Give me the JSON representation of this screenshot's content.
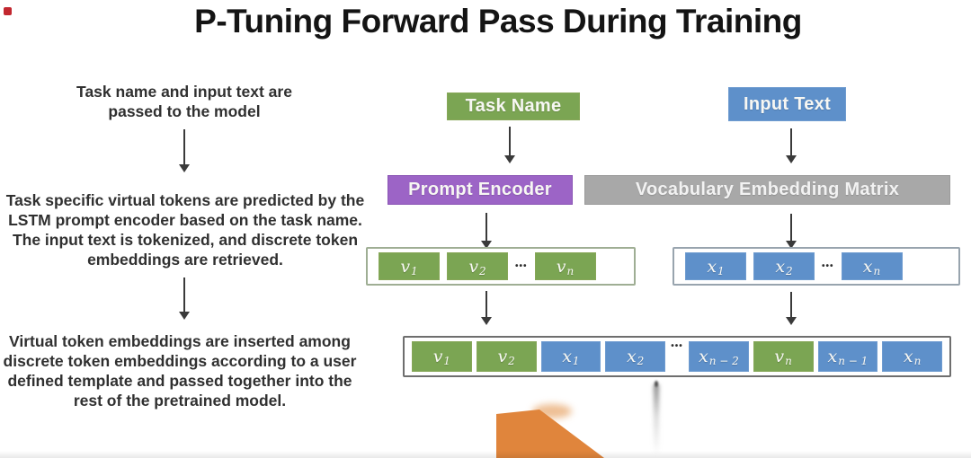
{
  "title": "P-Tuning Forward Pass During Training",
  "left_notes": [
    "Task name and input text are passed to the model",
    "Task specific virtual tokens are predicted by the LSTM prompt encoder based on the task name. The input text is tokenized, and discrete token embeddings are retrieved.",
    "Virtual token embeddings are inserted among discrete token embeddings according to a user defined template and passed together into the rest of the pretrained model."
  ],
  "flow": {
    "task_name": "Task Name",
    "input_text": "Input Text",
    "prompt_encoder": "Prompt Encoder",
    "vocab_matrix": "Vocabulary Embedding Matrix",
    "ellipsis": "•••",
    "virtual_row": [
      {
        "base": "v",
        "sub": "1"
      },
      {
        "base": "v",
        "sub": "2"
      },
      {
        "base": "v",
        "sub": "n"
      }
    ],
    "discrete_row": [
      {
        "base": "x",
        "sub": "1"
      },
      {
        "base": "x",
        "sub": "2"
      },
      {
        "base": "x",
        "sub": "n"
      }
    ],
    "combined_row": [
      {
        "base": "v",
        "sub": "1"
      },
      {
        "base": "v",
        "sub": "2"
      },
      {
        "base": "x",
        "sub": "1"
      },
      {
        "base": "x",
        "sub": "2"
      },
      {
        "base": "x",
        "sub": "n − 2"
      },
      {
        "base": "v",
        "sub": "n"
      },
      {
        "base": "x",
        "sub": "n − 1"
      },
      {
        "base": "x",
        "sub": "n"
      }
    ]
  },
  "colors": {
    "green": "#7BA553",
    "blue": "#5E90CA",
    "purple": "#9C64C6",
    "gray": "#A8A8A8",
    "orange": "#E0853C"
  }
}
